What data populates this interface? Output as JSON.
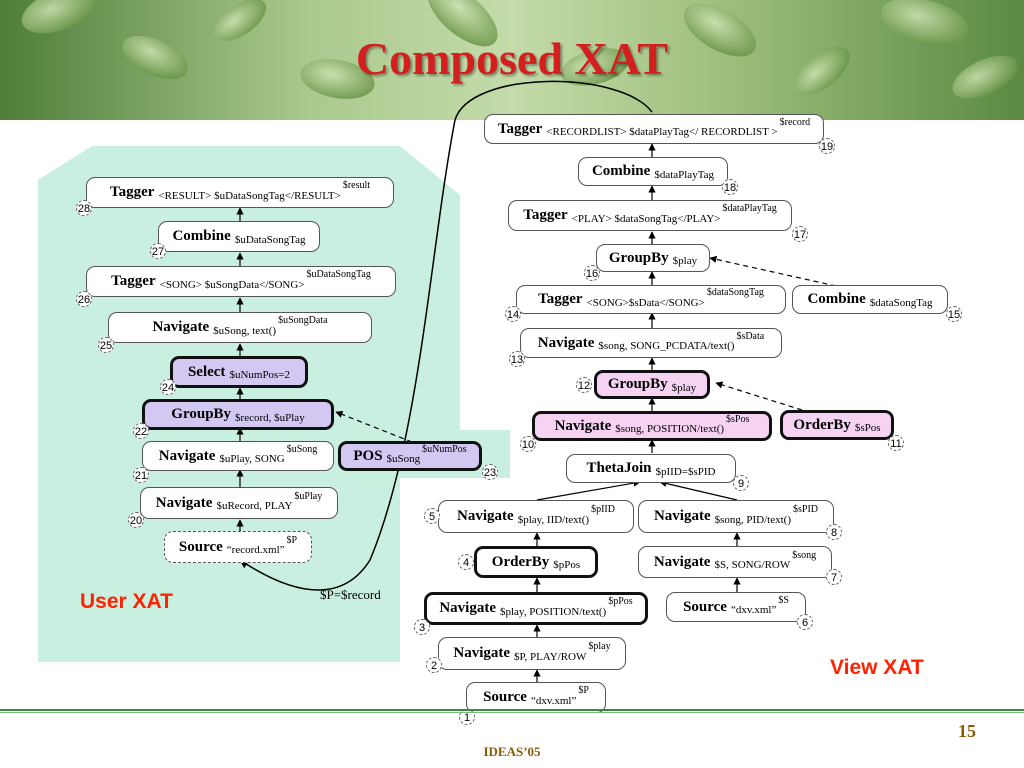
{
  "title": "Composed XAT",
  "labels": {
    "user_xat": "User XAT",
    "view_xat": "View XAT",
    "assignment": "$P=$record"
  },
  "footer": {
    "page": "15",
    "conference": "IDEAS’05"
  },
  "colors": {
    "title": "#d41f1f",
    "label": "#ff2200",
    "user_region": "#c9efe0",
    "highlight_purple": "#d3c8f2",
    "highlight_pink": "#f6d3f3"
  },
  "user_nodes": [
    {
      "id": "28",
      "op": "Tagger",
      "arg": "<RESULT> $uDataSongTag</RESULT>",
      "out": "$result"
    },
    {
      "id": "27",
      "op": "Combine",
      "arg": "$uDataSongTag",
      "out": ""
    },
    {
      "id": "26",
      "op": "Tagger",
      "arg": "<SONG> $uSongData</SONG>",
      "out": "$uDataSongTag"
    },
    {
      "id": "25",
      "op": "Navigate",
      "arg": "$uSong, text()",
      "out": "$uSongData"
    },
    {
      "id": "24",
      "op": "Select",
      "arg": "$uNumPos=2",
      "out": ""
    },
    {
      "id": "22",
      "op": "GroupBy",
      "arg": "$record, $uPlay",
      "out": ""
    },
    {
      "id": "21",
      "op": "Navigate",
      "arg": "$uPlay, SONG",
      "out": "$uSong"
    },
    {
      "id": "23",
      "op": "POS",
      "arg": "$uSong",
      "out": "$uNumPos"
    },
    {
      "id": "20",
      "op": "Navigate",
      "arg": "$uRecord, PLAY",
      "out": "$uPlay"
    },
    {
      "id": "",
      "op": "Source",
      "arg": "“record.xml”",
      "out": "$P"
    }
  ],
  "view_nodes": [
    {
      "id": "19",
      "op": "Tagger",
      "arg": "<RECORDLIST> $dataPlayTag</ RECORDLIST >",
      "out": "$record"
    },
    {
      "id": "18",
      "op": "Combine",
      "arg": "$dataPlayTag",
      "out": ""
    },
    {
      "id": "17",
      "op": "Tagger",
      "arg": "<PLAY> $dataSongTag</PLAY>",
      "out": "$dataPlayTag"
    },
    {
      "id": "16",
      "op": "GroupBy",
      "arg": "$play",
      "out": ""
    },
    {
      "id": "14",
      "op": "Tagger",
      "arg": "<SONG>$sData</SONG>",
      "out": "$dataSongTag"
    },
    {
      "id": "15",
      "op": "Combine",
      "arg": "$dataSongTag",
      "out": ""
    },
    {
      "id": "13",
      "op": "Navigate",
      "arg": "$song, SONG_PCDATA/text()",
      "out": "$sData"
    },
    {
      "id": "12",
      "op": "GroupBy",
      "arg": "$play",
      "out": ""
    },
    {
      "id": "10",
      "op": "Navigate",
      "arg": "$song, POSITION/text()",
      "out": "$sPos"
    },
    {
      "id": "11",
      "op": "OrderBy",
      "arg": "$sPos",
      "out": ""
    },
    {
      "id": "9",
      "op": "ThetaJoin",
      "arg": "$pIID=$sPID",
      "out": ""
    },
    {
      "id": "5",
      "op": "Navigate",
      "arg": "$play, IID/text()",
      "out": "$pIID"
    },
    {
      "id": "8",
      "op": "Navigate",
      "arg": "$song, PID/text()",
      "out": "$sPID"
    },
    {
      "id": "4",
      "op": "OrderBy",
      "arg": "$pPos",
      "out": ""
    },
    {
      "id": "7",
      "op": "Navigate",
      "arg": "$S,  SONG/ROW",
      "out": "$song"
    },
    {
      "id": "3",
      "op": "Navigate",
      "arg": "$play, POSITION/text()",
      "out": "$pPos"
    },
    {
      "id": "6",
      "op": "Source",
      "arg": "“dxv.xml”",
      "out": "$S"
    },
    {
      "id": "2",
      "op": "Navigate",
      "arg": "$P, PLAY/ROW",
      "out": "$play"
    },
    {
      "id": "1",
      "op": "Source",
      "arg": "“dxv.xml”",
      "out": "$P"
    }
  ]
}
